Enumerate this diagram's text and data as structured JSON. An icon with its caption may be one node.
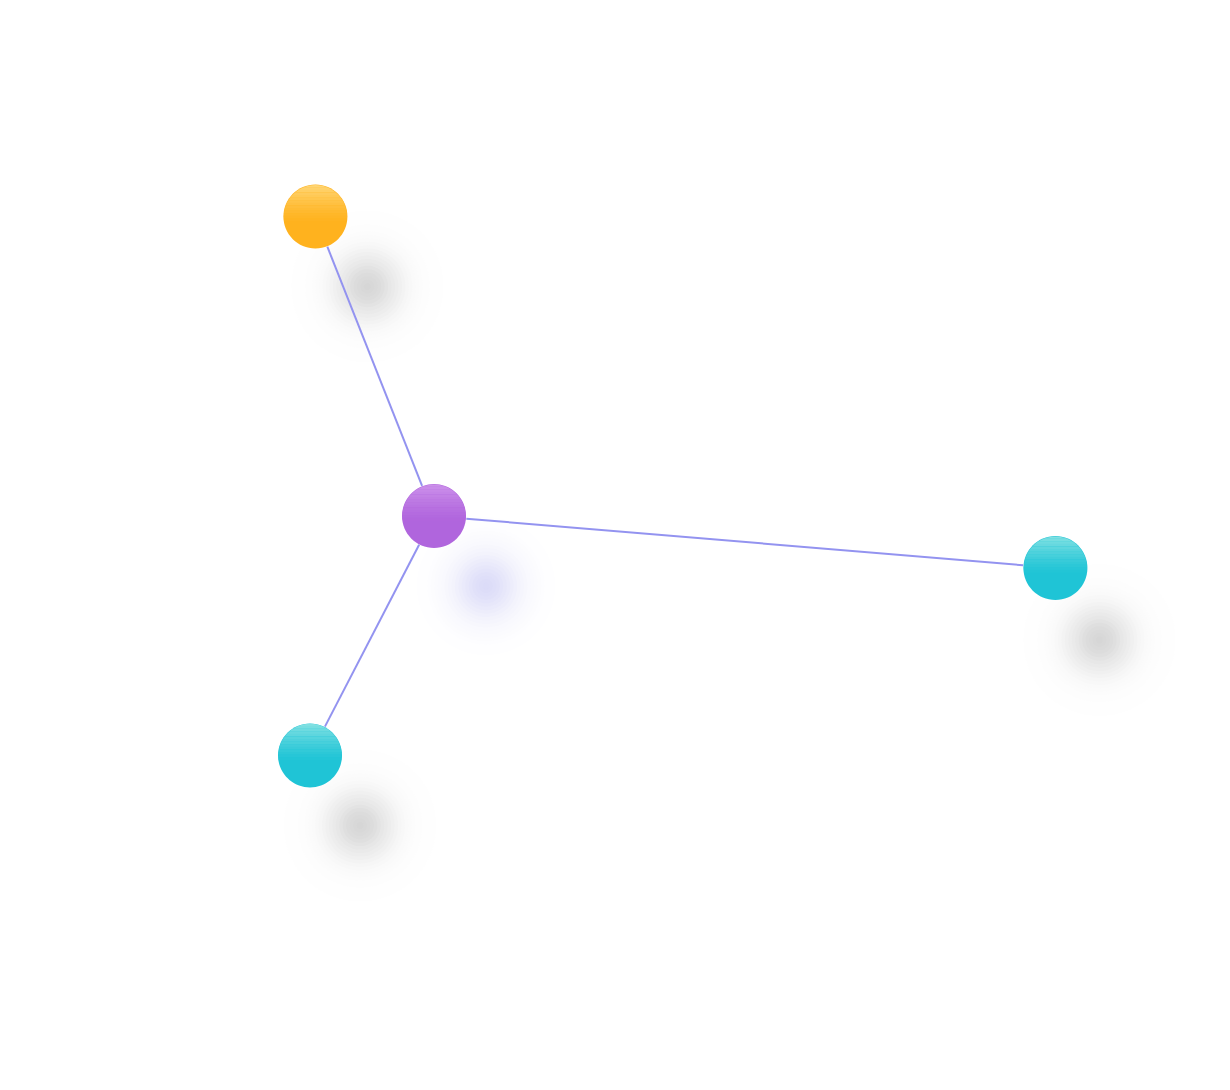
{
  "diagram": {
    "nodes": [
      {
        "text": [],
        "shape": "circle"
      },
      {
        "text": [],
        "shape": "circle"
      },
      {
        "text": [],
        "shape": "circle"
      },
      {
        "text": [],
        "shape": "circle"
      }
    ],
    "edges": [
      {
        "from": 1,
        "to": 0,
        "arrow": "none"
      },
      {
        "from": 1,
        "to": 2,
        "arrow": "none"
      },
      {
        "from": 1,
        "to": 3,
        "arrow": "none"
      }
    ]
  }
}
